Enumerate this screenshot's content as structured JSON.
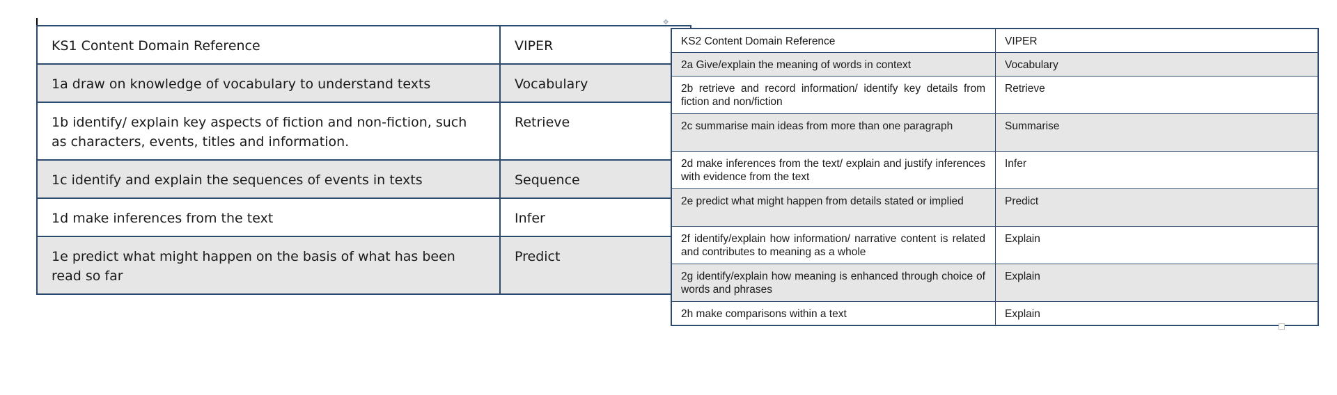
{
  "ks1_table": {
    "header": {
      "domain": "KS1 Content Domain Reference",
      "viper": "VIPER"
    },
    "rows": [
      {
        "domain": "1a draw on knowledge of vocabulary to understand texts",
        "viper": "Vocabulary"
      },
      {
        "domain": "1b identify/ explain key aspects of fiction and non-fiction, such as characters, events, titles and information.",
        "viper": "Retrieve"
      },
      {
        "domain": "1c identify and explain the sequences of events in texts",
        "viper": "Sequence"
      },
      {
        "domain": "1d make inferences from the text",
        "viper": "Infer"
      },
      {
        "domain": "1e predict what might happen on the basis of what has been read so far",
        "viper": "Predict"
      }
    ]
  },
  "ks2_table": {
    "header": {
      "domain": "KS2 Content Domain Reference",
      "viper": "VIPER"
    },
    "rows": [
      {
        "domain": "2a Give/explain the meaning of words in context",
        "viper": "Vocabulary"
      },
      {
        "domain": "2b retrieve and record information/ identify key details from fiction and non/fiction",
        "viper": "Retrieve"
      },
      {
        "domain": "2c summarise main ideas from more than one paragraph",
        "viper": "Summarise"
      },
      {
        "domain": "2d make inferences from the text/ explain and justify inferences with evidence from the text",
        "viper": "Infer"
      },
      {
        "domain": "2e predict what might happen from details stated or implied",
        "viper": "Predict"
      },
      {
        "domain": "2f identify/explain how information/ narrative content is related and contributes to meaning as a whole",
        "viper": "Explain"
      },
      {
        "domain": "2g identify/explain how meaning is enhanced through choice of words and phrases",
        "viper": "Explain"
      },
      {
        "domain": "2h make comparisons within a text",
        "viper": "Explain"
      }
    ]
  },
  "colors": {
    "border": "#2c4a6e",
    "shaded_row": "#e6e6e6",
    "text": "#1a1a1a"
  },
  "icons": {
    "table_move_handle": "move-handle-icon",
    "table_resize_handle": "resize-handle-icon"
  }
}
